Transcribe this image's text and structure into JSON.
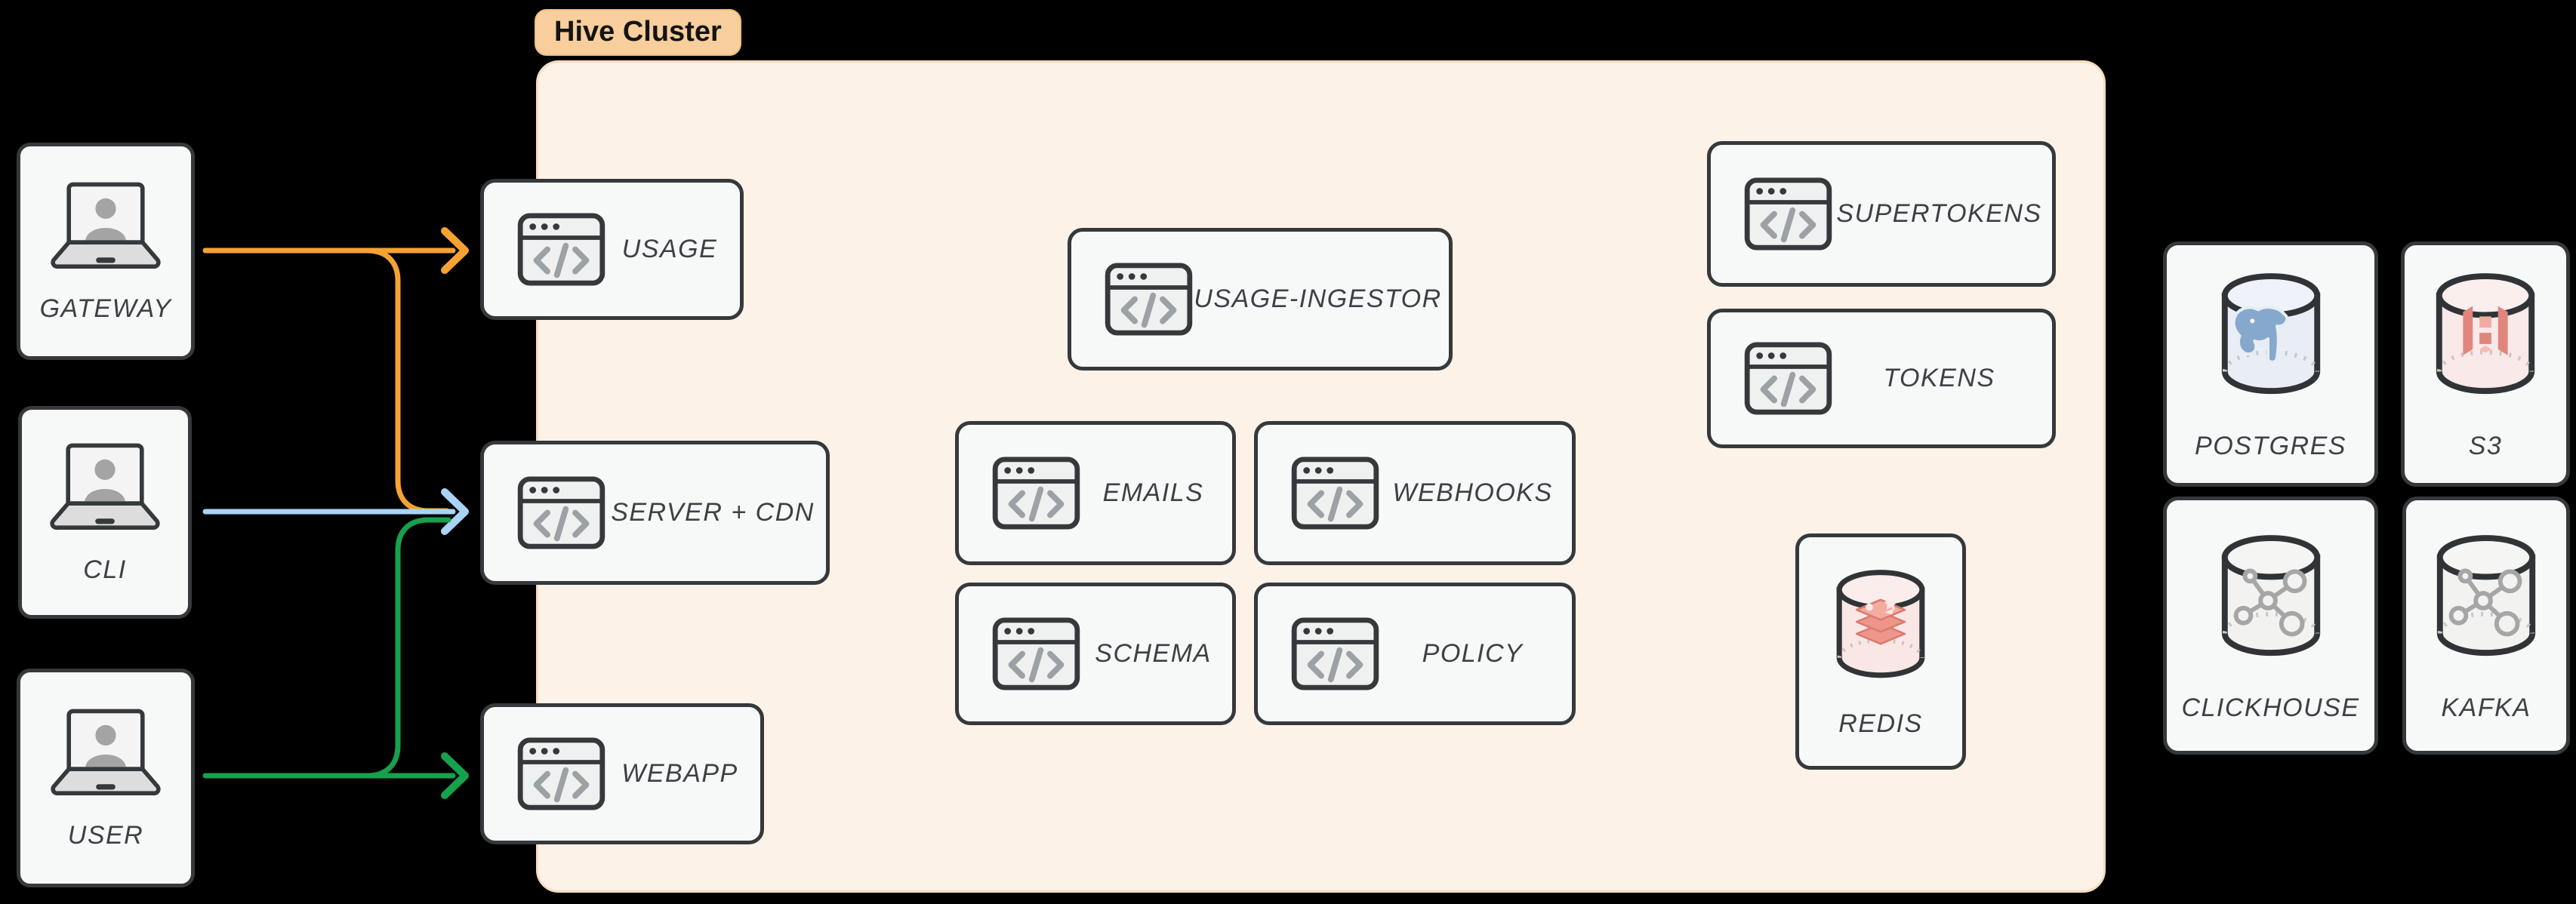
{
  "diagram": {
    "cluster": {
      "label": "Hive Cluster"
    },
    "actors": [
      {
        "id": "gateway",
        "label": "GATEWAY",
        "icon": "laptop-user-icon"
      },
      {
        "id": "cli",
        "label": "CLI",
        "icon": "laptop-user-icon"
      },
      {
        "id": "user",
        "label": "USER",
        "icon": "laptop-user-icon"
      }
    ],
    "services": [
      {
        "id": "usage",
        "label": "USAGE",
        "icon": "code-window-icon"
      },
      {
        "id": "server-cdn",
        "label": "SERVER + CDN",
        "icon": "code-window-icon"
      },
      {
        "id": "webapp",
        "label": "WEBAPP",
        "icon": "code-window-icon"
      },
      {
        "id": "usage-ingestor",
        "label": "USAGE-INGESTOR",
        "icon": "code-window-icon"
      },
      {
        "id": "emails",
        "label": "EMAILS",
        "icon": "code-window-icon"
      },
      {
        "id": "webhooks",
        "label": "WEBHOOKS",
        "icon": "code-window-icon"
      },
      {
        "id": "schema",
        "label": "SCHEMA",
        "icon": "code-window-icon"
      },
      {
        "id": "policy",
        "label": "POLICY",
        "icon": "code-window-icon"
      },
      {
        "id": "supertokens",
        "label": "SUPERTOKENS",
        "icon": "code-window-icon"
      },
      {
        "id": "tokens",
        "label": "TOKENS",
        "icon": "code-window-icon"
      }
    ],
    "datastores": [
      {
        "id": "redis",
        "label": "REDIS",
        "icon": "redis-db-icon",
        "location": "inside-cluster"
      },
      {
        "id": "postgres",
        "label": "POSTGRES",
        "icon": "postgres-db-icon",
        "location": "outside-cluster"
      },
      {
        "id": "s3",
        "label": "S3",
        "icon": "s3-db-icon",
        "location": "outside-cluster"
      },
      {
        "id": "clickhouse",
        "label": "CLICKHOUSE",
        "icon": "molecule-db-icon",
        "location": "outside-cluster"
      },
      {
        "id": "kafka",
        "label": "KAFKA",
        "icon": "molecule-db-icon",
        "location": "outside-cluster"
      }
    ],
    "edges": [
      {
        "from": "GATEWAY",
        "to": "USAGE",
        "color": "#F6A233"
      },
      {
        "from": "GATEWAY",
        "to": "SERVER + CDN",
        "color": "#F6A233"
      },
      {
        "from": "CLI",
        "to": "SERVER + CDN",
        "color": "#ABD3F5"
      },
      {
        "from": "USER",
        "to": "SERVER + CDN",
        "color": "#16A24C"
      },
      {
        "from": "USER",
        "to": "WEBAPP",
        "color": "#16A24C"
      }
    ],
    "colors": {
      "background": "#000000",
      "orange": "#F6A233",
      "blue": "#ABD3F5",
      "green": "#16A24C",
      "cluster_bg": "#FDF2E7",
      "cluster_border": "#F5DCBE",
      "pill_bg": "#F7CE9C",
      "pill_text": "#141414",
      "node_fill": "#F7F8F8",
      "node_border": "#35393C",
      "label_text": "#3C4146"
    }
  }
}
